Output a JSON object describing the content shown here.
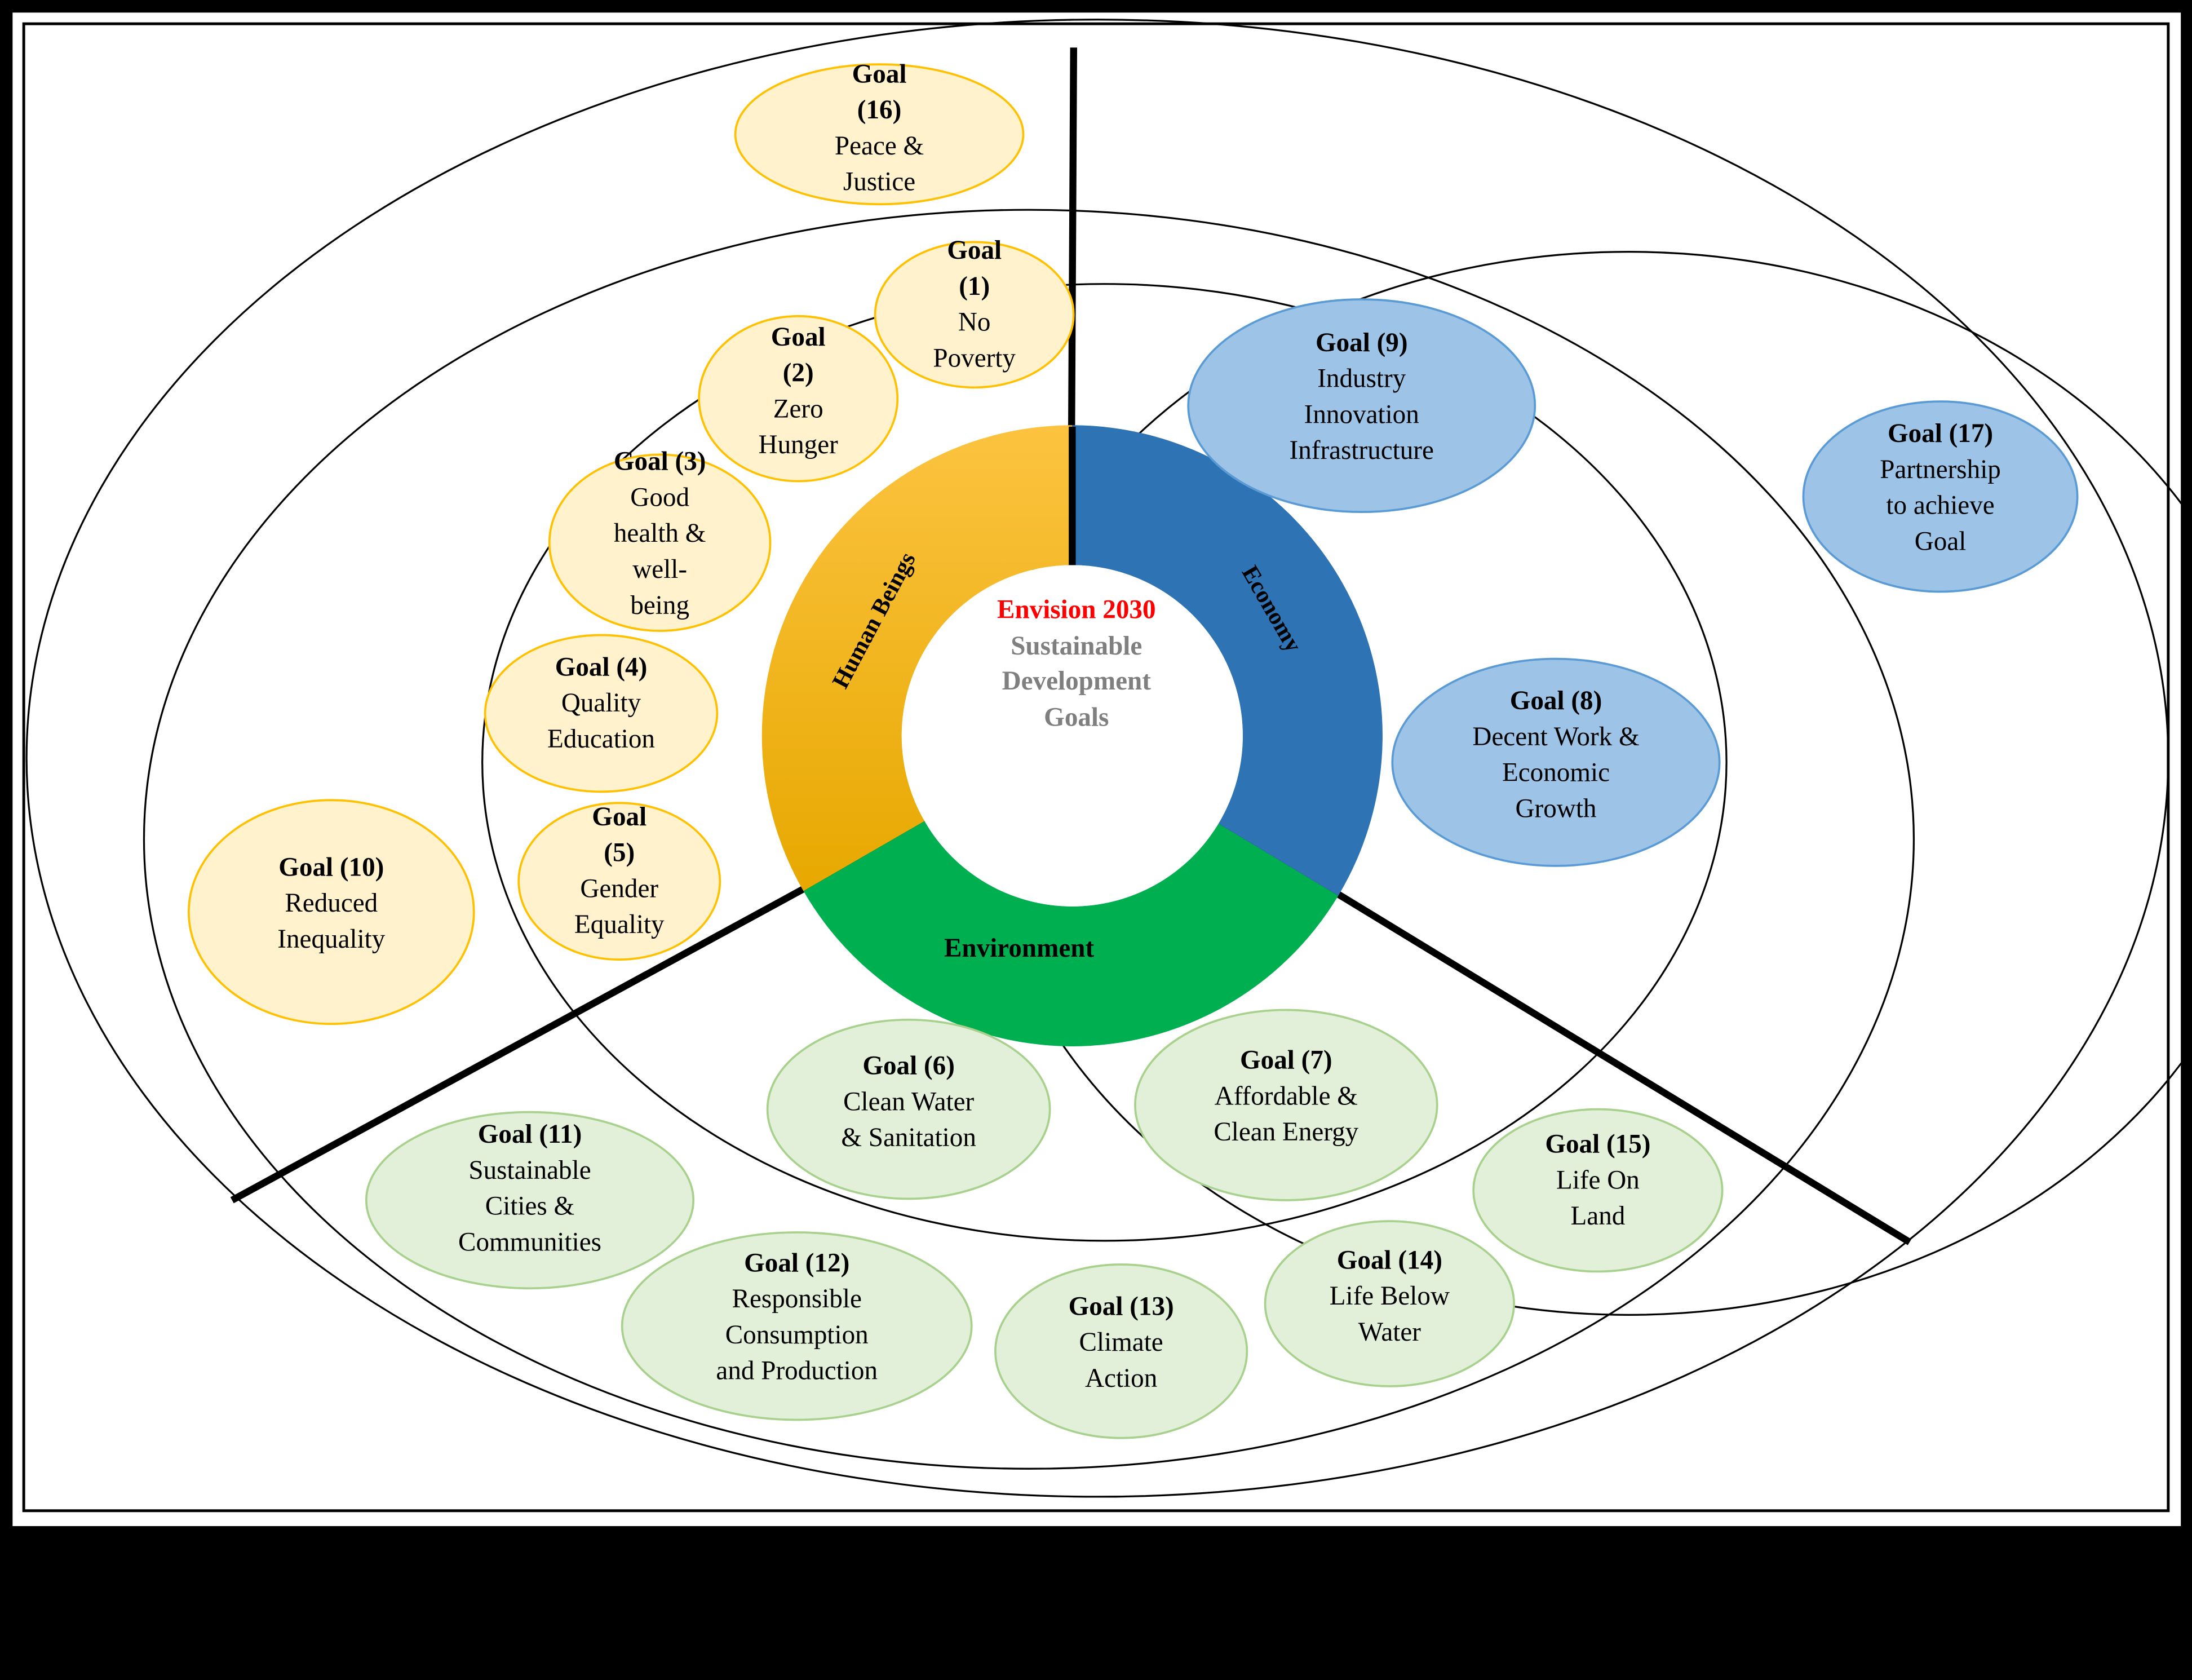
{
  "center": {
    "title": "Envision 2030",
    "lines": [
      "Sustainable",
      "Development",
      "Goals"
    ]
  },
  "ring": {
    "human": "Human Beings",
    "economy": "Economy",
    "environment": "Environment"
  },
  "colors": {
    "human_ring_top": "#FCC340",
    "human_ring_bottom": "#E7A800",
    "economy_ring": "#2E74B5",
    "environment_ring": "#00B050",
    "center_title": "#FF0000",
    "center_subtitle": "#7F7F7F",
    "goal_human_fill": "#FFF2CC",
    "goal_human_stroke": "#FFC000",
    "goal_economy_fill": "#9DC3E6",
    "goal_economy_stroke": "#5B9BD5",
    "goal_environment_fill": "#E2F0D9",
    "goal_environment_stroke": "#A9D18E"
  },
  "goals": [
    {
      "id": "goal-1",
      "sector": "human",
      "title": "Goal",
      "lines": [
        "(1)",
        "No",
        "Poverty"
      ]
    },
    {
      "id": "goal-2",
      "sector": "human",
      "title": "Goal",
      "lines": [
        "(2)",
        "Zero",
        "Hunger"
      ]
    },
    {
      "id": "goal-3",
      "sector": "human",
      "title": "Goal (3)",
      "lines": [
        "Good",
        "health &",
        "well-",
        "being"
      ]
    },
    {
      "id": "goal-4",
      "sector": "human",
      "title": "Goal (4)",
      "lines": [
        "Quality",
        "Education"
      ]
    },
    {
      "id": "goal-5",
      "sector": "human",
      "title": "Goal",
      "lines": [
        "(5)",
        "Gender",
        "Equality"
      ]
    },
    {
      "id": "goal-6",
      "sector": "environment",
      "title": "Goal (6)",
      "lines": [
        "Clean Water",
        "& Sanitation"
      ]
    },
    {
      "id": "goal-7",
      "sector": "environment",
      "title": "Goal (7)",
      "lines": [
        "Affordable &",
        "Clean Energy"
      ]
    },
    {
      "id": "goal-8",
      "sector": "economy",
      "title": "Goal (8)",
      "lines": [
        "Decent Work &",
        "Economic",
        "Growth"
      ]
    },
    {
      "id": "goal-9",
      "sector": "economy",
      "title": "Goal (9)",
      "lines": [
        "Industry",
        "Innovation",
        "Infrastructure"
      ]
    },
    {
      "id": "goal-10",
      "sector": "human",
      "title": "Goal (10)",
      "lines": [
        "Reduced",
        "Inequality"
      ]
    },
    {
      "id": "goal-11",
      "sector": "environment",
      "title": "Goal (11)",
      "lines": [
        "Sustainable",
        "Cities &",
        "Communities"
      ]
    },
    {
      "id": "goal-12",
      "sector": "environment",
      "title": "Goal (12)",
      "lines": [
        "Responsible",
        "Consumption",
        "and Production"
      ]
    },
    {
      "id": "goal-13",
      "sector": "environment",
      "title": "Goal (13)",
      "lines": [
        "Climate",
        "Action"
      ]
    },
    {
      "id": "goal-14",
      "sector": "environment",
      "title": "Goal (14)",
      "lines": [
        "Life Below",
        "Water"
      ]
    },
    {
      "id": "goal-15",
      "sector": "environment",
      "title": "Goal (15)",
      "lines": [
        "Life On",
        "Land"
      ]
    },
    {
      "id": "goal-16",
      "sector": "human",
      "title": "Goal",
      "lines": [
        "(16)",
        "Peace &",
        "Justice"
      ]
    },
    {
      "id": "goal-17",
      "sector": "economy",
      "title": "Goal (17)",
      "lines": [
        "Partnership",
        "to achieve",
        "Goal"
      ]
    }
  ]
}
